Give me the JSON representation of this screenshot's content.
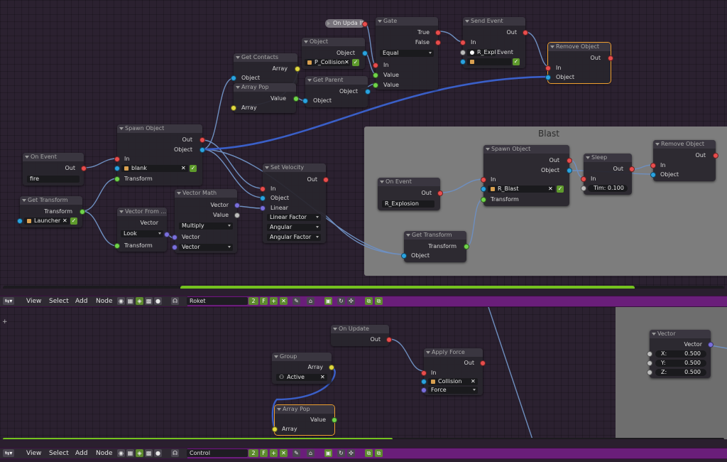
{
  "colors": {
    "accent": "#74c21f",
    "header": "#6a1e7a",
    "selected": "#f0a030"
  },
  "top": {
    "frame": {
      "label": "Blast"
    },
    "nodes": {
      "on_update": {
        "title": "On Upda It"
      },
      "gate": {
        "title": "Gate",
        "true": "True",
        "false": "False",
        "cond": "Equal",
        "in": "In",
        "value1": "Value",
        "value2": "Value"
      },
      "send_event": {
        "title": "Send Event",
        "out": "Out",
        "in": "In",
        "field": "R_Explosi",
        "event": "Event"
      },
      "object": {
        "title": "Object",
        "out": "Object",
        "field": "P_Collision"
      },
      "get_contacts": {
        "title": "Get Contacts",
        "array": "Array",
        "object": "Object"
      },
      "array_pop": {
        "title": "Array Pop",
        "value": "Value",
        "array": "Array"
      },
      "get_parent": {
        "title": "Get Parent",
        "out": "Object",
        "object": "Object"
      },
      "remove_object": {
        "title": "Remove Object",
        "out": "Out",
        "in": "In",
        "object": "Object"
      },
      "on_event": {
        "title": "On Event",
        "out": "Out",
        "field": "fire"
      },
      "spawn_object": {
        "title": "Spawn Object",
        "out": "Out",
        "object": "Object",
        "in": "In",
        "field": "blank",
        "transform": "Transform"
      },
      "get_transform": {
        "title": "Get Transform",
        "transform": "Transform",
        "field": "Launcher"
      },
      "vector_from": {
        "title": "Vector From ...",
        "vector": "Vector",
        "field": "Look",
        "transform": "Transform"
      },
      "vector_math": {
        "title": "Vector Math",
        "vector": "Vector",
        "value": "Value",
        "op": "Multiply",
        "vin1": "Vector",
        "vin2": "Vector"
      },
      "set_velocity": {
        "title": "Set Velocity",
        "out": "Out",
        "in": "In",
        "object": "Object",
        "linear": "Linear",
        "linear_factor": "Linear Factor",
        "angular": "Angular",
        "angular_factor": "Angular Factor"
      },
      "blast_on_event": {
        "title": "On Event",
        "out": "Out",
        "field": "R_Explosion"
      },
      "blast_spawn": {
        "title": "Spawn Object",
        "out": "Out",
        "object": "Object",
        "in": "In",
        "field": "R_Blast",
        "transform": "Transform"
      },
      "blast_sleep": {
        "title": "Sleep",
        "out": "Out",
        "in": "In",
        "field": "Tim: 0.100"
      },
      "blast_remove": {
        "title": "Remove Object",
        "out": "Out",
        "in": "In",
        "object": "Object"
      },
      "blast_get_transform": {
        "title": "Get Transform",
        "transform": "Transform",
        "object": "Object"
      }
    }
  },
  "bottom": {
    "nodes": {
      "on_update": {
        "title": "On Update",
        "out": "Out"
      },
      "apply_force": {
        "title": "Apply Force",
        "out": "Out",
        "in": "In",
        "field": "Collision",
        "force": "Force"
      },
      "group": {
        "title": "Group",
        "array": "Array",
        "field": "Active"
      },
      "array_pop": {
        "title": "Array Pop",
        "value": "Value",
        "array": "Array"
      },
      "vector": {
        "title": "Vector",
        "vector": "Vector",
        "x": "X:",
        "xv": "0.500",
        "y": "Y:",
        "yv": "0.500",
        "z": "Z:",
        "zv": "0.500"
      }
    }
  },
  "header_top": {
    "menu": [
      "View",
      "Select",
      "Add",
      "Node"
    ],
    "tree": "Roket",
    "users": "2",
    "f": "F"
  },
  "header_bottom": {
    "menu": [
      "View",
      "Select",
      "Add",
      "Node"
    ],
    "tree": "Control",
    "users": "2",
    "f": "F"
  },
  "scroll": {
    "top": 0.63,
    "bottom": 0.54
  },
  "icons": [
    "editor-type-icon",
    "shader-icon",
    "texture-icon",
    "compositing-icon",
    "logic-icon",
    "pin-icon",
    "snap-icon",
    "magnet-icon",
    "backdrop-icon",
    "parent-icon",
    "add-icon",
    "close-icon",
    "checkmark-icon",
    "cube-icon"
  ]
}
